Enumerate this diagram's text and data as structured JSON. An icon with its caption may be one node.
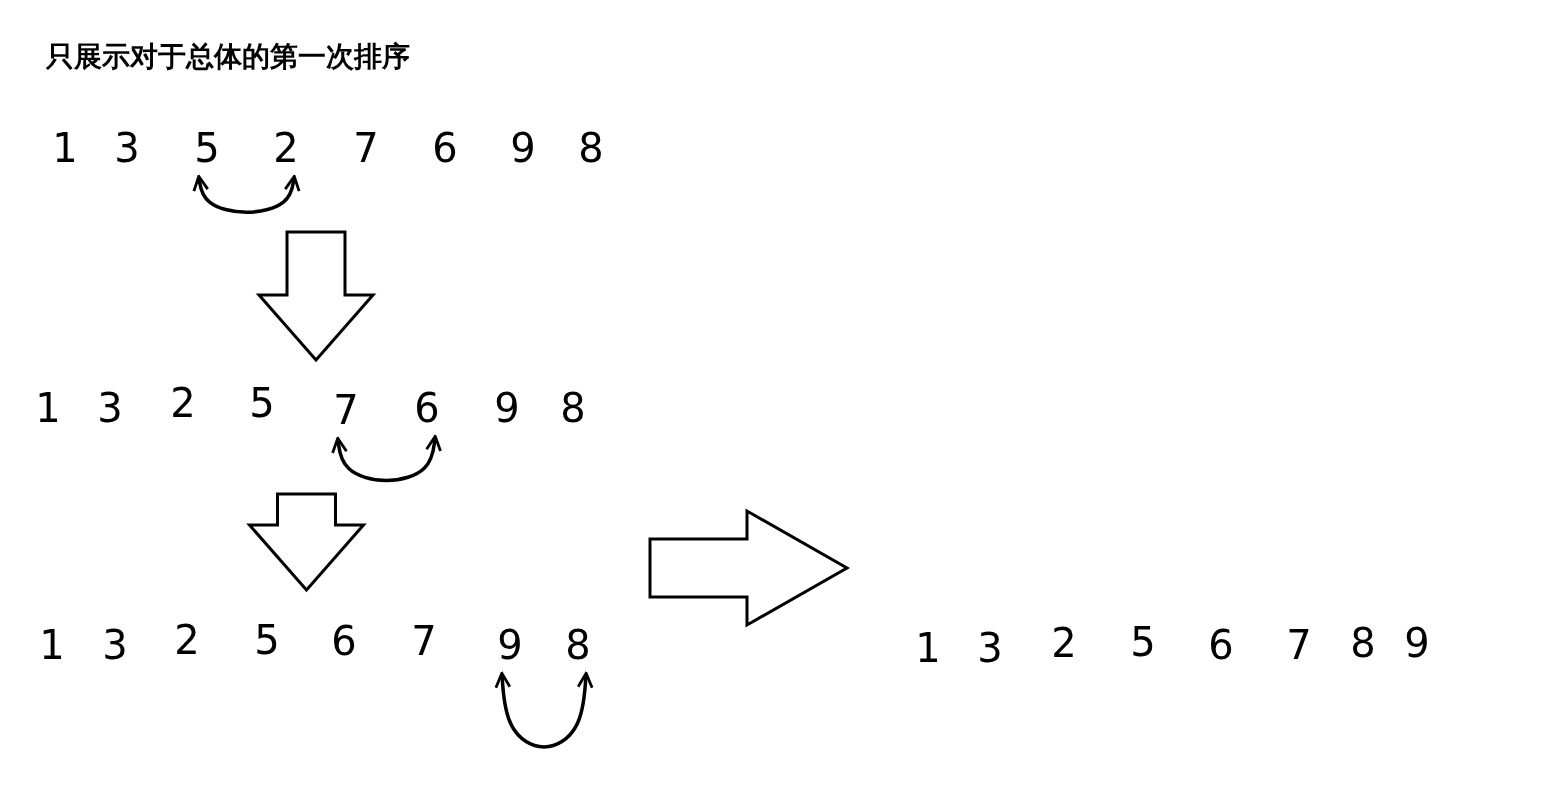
{
  "diagram": {
    "title": "只展示对于总体的第一次排序",
    "nodes": [
      {
        "text": [
          "1"
        ]
      },
      {
        "text": [
          "3"
        ]
      },
      {
        "text": [
          "5"
        ]
      },
      {
        "text": [
          "2"
        ]
      },
      {
        "text": [
          "7"
        ]
      },
      {
        "text": [
          "6"
        ]
      },
      {
        "text": [
          "9"
        ]
      },
      {
        "text": [
          "8"
        ]
      },
      {
        "text": [
          "1"
        ]
      },
      {
        "text": [
          "3"
        ]
      },
      {
        "text": [
          "2"
        ]
      },
      {
        "text": [
          "5"
        ]
      },
      {
        "text": [
          "7"
        ]
      },
      {
        "text": [
          "6"
        ]
      },
      {
        "text": [
          "9"
        ]
      },
      {
        "text": [
          "8"
        ]
      },
      {
        "text": [
          "1"
        ]
      },
      {
        "text": [
          "3"
        ]
      },
      {
        "text": [
          "2"
        ]
      },
      {
        "text": [
          "5"
        ]
      },
      {
        "text": [
          "6"
        ]
      },
      {
        "text": [
          "7"
        ]
      },
      {
        "text": [
          "9"
        ]
      },
      {
        "text": [
          "8"
        ]
      },
      {
        "text": [
          "1"
        ]
      },
      {
        "text": [
          "3"
        ]
      },
      {
        "text": [
          "2"
        ]
      },
      {
        "text": [
          "5"
        ]
      },
      {
        "text": [
          "6"
        ]
      },
      {
        "text": [
          "7"
        ]
      },
      {
        "text": [
          "8"
        ]
      },
      {
        "text": [
          "9"
        ]
      }
    ],
    "edges": [
      {
        "from": 2,
        "to": 3,
        "arrow": "both"
      },
      {
        "from": 3,
        "to": 12,
        "arrow": "to",
        "style": "thick"
      },
      {
        "from": 12,
        "to": 13,
        "arrow": "both"
      },
      {
        "from": 12,
        "to": 19,
        "arrow": "to",
        "style": "thick"
      },
      {
        "from": 22,
        "to": 23,
        "arrow": "both"
      },
      {
        "from": 23,
        "to": 24,
        "arrow": "to",
        "style": "thick"
      }
    ]
  }
}
